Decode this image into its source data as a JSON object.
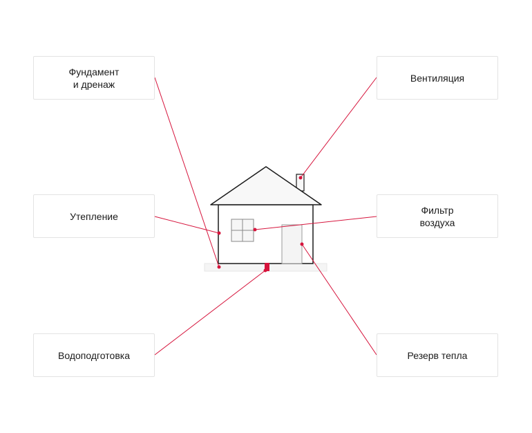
{
  "accent_color": "#d6143c",
  "house_fill": "#f8f8f8",
  "outline_color": "#1a1a1a",
  "cards": {
    "foundation": {
      "label": "Фундамент\nи дренаж"
    },
    "insulation": {
      "label": "Утепление"
    },
    "water_treatment": {
      "label": "Водоподготовка"
    },
    "ventilation": {
      "label": "Вентиляция"
    },
    "air_filter": {
      "label": "Фильтр\nвоздуха"
    },
    "heat_reserve": {
      "label": "Резерв тепла"
    }
  }
}
